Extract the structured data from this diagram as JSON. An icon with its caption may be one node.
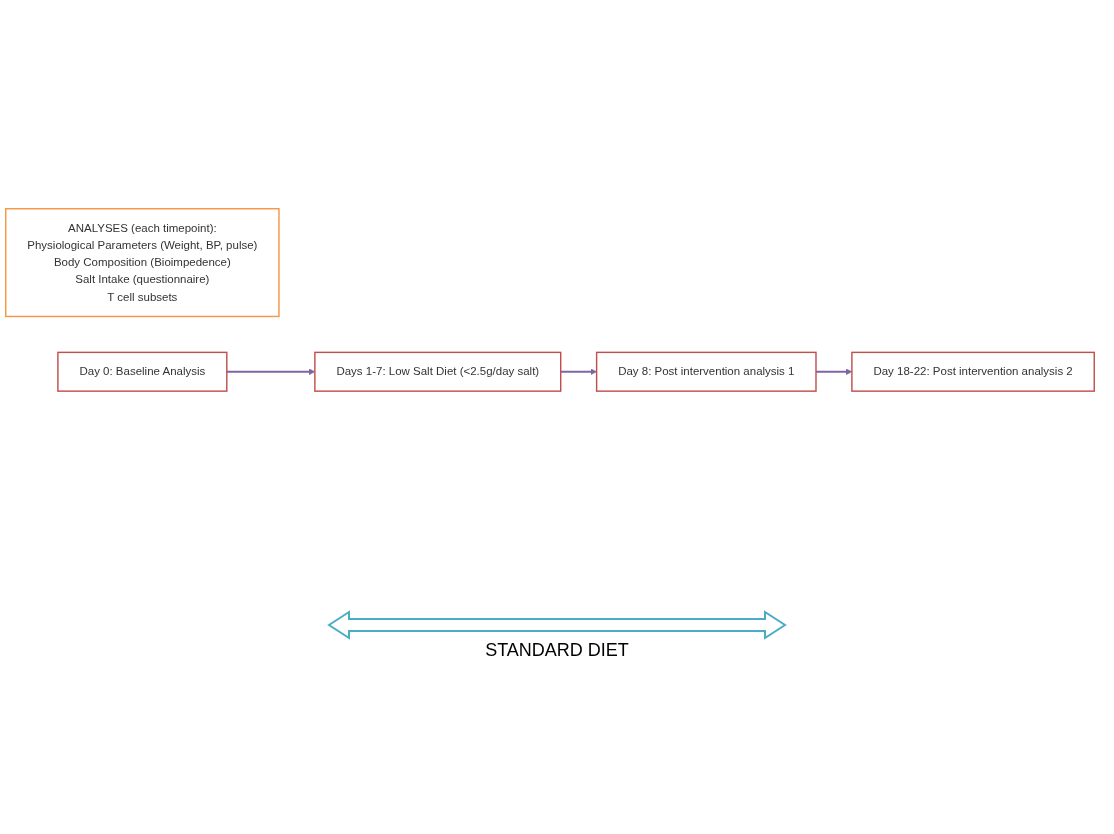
{
  "diagram": {
    "nodes": [
      {
        "text": [
          "ANALYSES (each timepoint):",
          "Physiological Parameters (Weight, BP, pulse)",
          "Body Composition (Bioimpedence)",
          "Salt Intake (questionnaire)",
          "T cell subsets"
        ]
      },
      {
        "text": [
          "Day 0: Baseline Analysis"
        ]
      },
      {
        "text": [
          "Days 1-7: Low Salt Diet (<2.5g/day salt)"
        ]
      },
      {
        "text": [
          "Day 8: Post intervention analysis 1"
        ]
      },
      {
        "text": [
          "Day 18-22: Post intervention analysis 2"
        ]
      }
    ],
    "edges": [
      {
        "from": 1,
        "to": 2,
        "arrow": "to"
      },
      {
        "from": 2,
        "to": 3,
        "arrow": "to"
      },
      {
        "from": 3,
        "to": 4,
        "arrow": "to"
      }
    ],
    "labels": [
      "STANDARD DIET"
    ]
  }
}
